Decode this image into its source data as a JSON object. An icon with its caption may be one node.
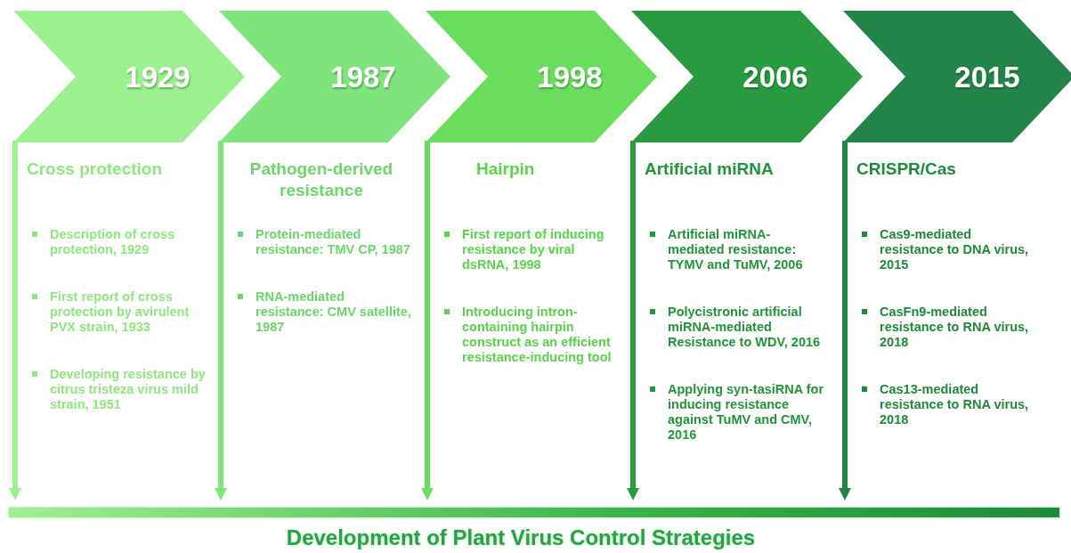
{
  "diagram": {
    "title": "Development of Plant Virus Control Strategies",
    "nodes": [
      {
        "text": [
          "1929",
          "Cross protection",
          "Description of cross protection, 1929",
          "First report of cross protection by avirulent PVX strain, 1933",
          "Developing resistance by citrus tristeza virus mild strain, 1951"
        ]
      },
      {
        "text": [
          "1987",
          "Pathogen-derived resistance",
          "Protein-mediated resistance: TMV CP, 1987",
          "RNA-mediated resistance: CMV satellite, 1987"
        ]
      },
      {
        "text": [
          "1998",
          "Hairpin",
          "First report of inducing resistance by viral dsRNA, 1998",
          "Introducing intron-containing hairpin construct as an efficient resistance-inducing tool"
        ]
      },
      {
        "text": [
          "2006",
          "Artificial miRNA",
          "Artificial miRNA-mediated resistance: TYMV and TuMV, 2006",
          "Polycistronic artificial miRNA-mediated Resistance to WDV, 2016",
          "Applying syn-tasiRNA for inducing resistance against TuMV and CMV, 2016"
        ]
      },
      {
        "text": [
          "2015",
          "CRISPR/Cas",
          "Cas9-mediated resistance to DNA virus, 2015",
          "CasFn9-mediated resistance to RNA virus, 2018",
          "Cas13-mediated resistance to RNA virus, 2018"
        ]
      }
    ],
    "edges": []
  }
}
